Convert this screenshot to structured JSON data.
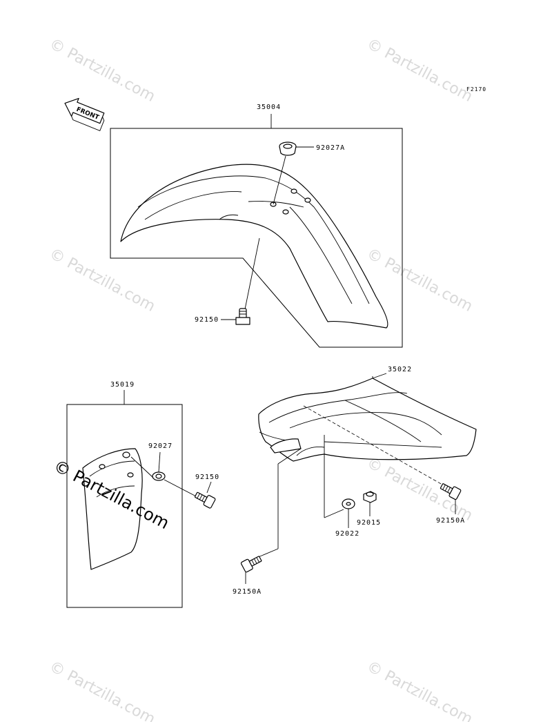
{
  "figure_ref": "F2170",
  "front_label": "FRONT",
  "watermark": "© Partzilla.com",
  "callouts": {
    "front_fender": "35004",
    "front_grommet": "92027A",
    "front_bolt": "92150",
    "side_cover": "35019",
    "side_grommet": "92027",
    "side_bolt": "92150",
    "rear_fender": "35022",
    "rear_bolt_right": "92150A",
    "rear_collar": "92015",
    "rear_washer": "92022",
    "rear_bolt_left": "92150A"
  }
}
